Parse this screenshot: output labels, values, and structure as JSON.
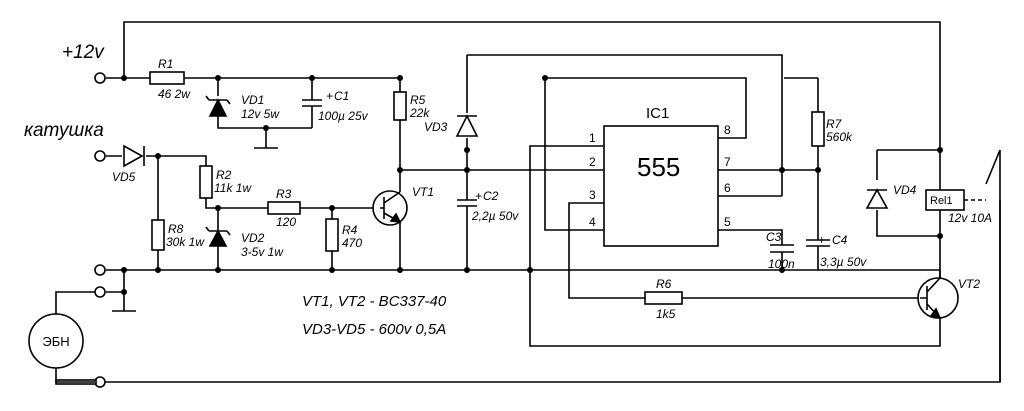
{
  "labels": {
    "supply": "+12v",
    "coil": "катушка",
    "ebn": "ЭБН",
    "notes": [
      "VT1, VT2 - BC337-40",
      "VD3-VD5 - 600v 0,5A"
    ]
  },
  "components": {
    "R1": {
      "name": "R1",
      "value": "46 2w"
    },
    "VD1": {
      "name": "VD1",
      "value": "12v 5w"
    },
    "C1": {
      "name": "C1",
      "value": "100µ 25v"
    },
    "R5": {
      "name": "R5",
      "value": "22k"
    },
    "VD3": {
      "name": "VD3"
    },
    "C2": {
      "name": "C2",
      "value": "2,2µ 50v"
    },
    "VD5": {
      "name": "VD5"
    },
    "R2": {
      "name": "R2",
      "value": "11k 1w"
    },
    "R3": {
      "name": "R3",
      "value": "120"
    },
    "R4": {
      "name": "R4",
      "value": "470"
    },
    "R8": {
      "name": "R8",
      "value": "30k 1w"
    },
    "VD2": {
      "name": "VD2",
      "value": "3-5v 1w"
    },
    "VT1": {
      "name": "VT1"
    },
    "IC1": {
      "name": "IC1",
      "chip": "555",
      "pins": [
        "1",
        "2",
        "3",
        "4",
        "8",
        "7",
        "6",
        "5"
      ]
    },
    "R7": {
      "name": "R7",
      "value": "560k"
    },
    "C3": {
      "name": "C3",
      "value": "100n"
    },
    "C4": {
      "name": "C4",
      "value": "3,3µ 50v"
    },
    "R6": {
      "name": "R6",
      "value": "1k5"
    },
    "VD4": {
      "name": "VD4"
    },
    "Rel1": {
      "name": "Rel1",
      "value": "12v 10A"
    },
    "VT2": {
      "name": "VT2"
    }
  }
}
